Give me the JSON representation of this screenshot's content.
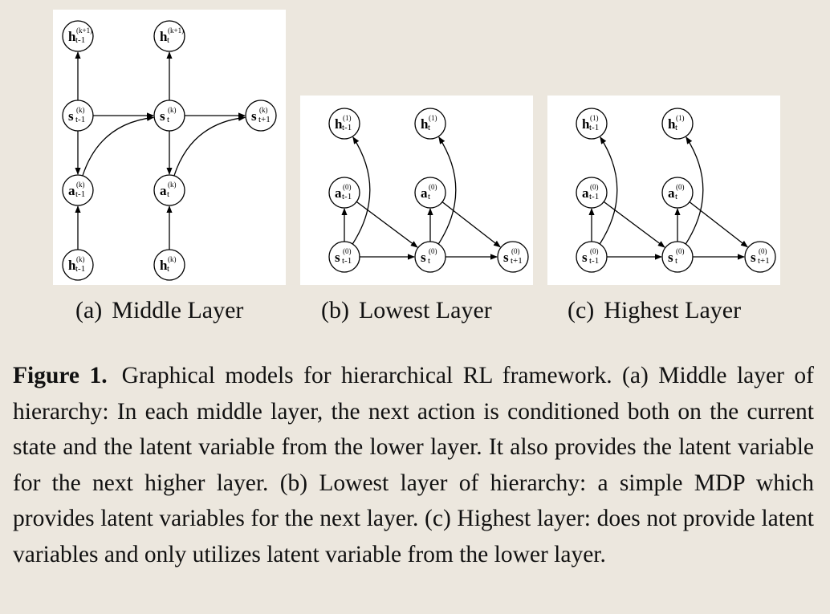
{
  "panels": [
    {
      "id": "a",
      "nodes": [
        {
          "id": "h_tm1_kp1",
          "main": "h",
          "sub": "t-1",
          "sup": "(k+1)"
        },
        {
          "id": "h_t_kp1",
          "main": "h",
          "sub": "t",
          "sup": "(k+1)"
        },
        {
          "id": "s_tm1_k",
          "main": "s",
          "sub": "t-1",
          "sup": "(k)"
        },
        {
          "id": "s_t_k",
          "main": "s",
          "sub": "t",
          "sup": "(k)"
        },
        {
          "id": "s_tp1_k",
          "main": "s",
          "sub": "t+1",
          "sup": "(k)"
        },
        {
          "id": "a_tm1_k",
          "main": "a",
          "sub": "t-1",
          "sup": "(k)"
        },
        {
          "id": "a_t_k",
          "main": "a",
          "sub": "t",
          "sup": "(k)"
        },
        {
          "id": "hlow_tm1_k",
          "main": "h",
          "sub": "t-1",
          "sup": "(k)"
        },
        {
          "id": "hlow_t_k",
          "main": "h",
          "sub": "t",
          "sup": "(k)"
        }
      ],
      "edges": [
        [
          "s_tm1_k",
          "h_tm1_kp1"
        ],
        [
          "s_t_k",
          "h_t_kp1"
        ],
        [
          "s_tm1_k",
          "s_t_k"
        ],
        [
          "s_t_k",
          "s_tp1_k"
        ],
        [
          "s_tm1_k",
          "a_tm1_k"
        ],
        [
          "s_t_k",
          "a_t_k"
        ],
        [
          "hlow_tm1_k",
          "a_tm1_k"
        ],
        [
          "hlow_t_k",
          "a_t_k"
        ],
        [
          "a_tm1_k",
          "s_t_k"
        ],
        [
          "a_t_k",
          "s_tp1_k"
        ]
      ]
    },
    {
      "id": "b",
      "nodes": [
        {
          "id": "h_tm1",
          "main": "h",
          "sub": "t-1",
          "sup": "(1)"
        },
        {
          "id": "h_t",
          "main": "h",
          "sub": "t",
          "sup": "(1)"
        },
        {
          "id": "a_tm1",
          "main": "a",
          "sub": "t-1",
          "sup": "(0)"
        },
        {
          "id": "a_t",
          "main": "a",
          "sub": "t",
          "sup": "(0)"
        },
        {
          "id": "s_tm1",
          "main": "s",
          "sub": "t-1",
          "sup": "(0)"
        },
        {
          "id": "s_t",
          "main": "s",
          "sub": "t",
          "sup": "(0)"
        },
        {
          "id": "s_tp1",
          "main": "s",
          "sub": "t+1",
          "sup": "(0)"
        }
      ],
      "edges": [
        [
          "s_tm1",
          "a_tm1"
        ],
        [
          "s_t",
          "a_t"
        ],
        [
          "s_tm1",
          "s_t"
        ],
        [
          "s_t",
          "s_tp1"
        ],
        [
          "a_tm1",
          "s_t"
        ],
        [
          "a_t",
          "s_tp1"
        ],
        [
          "s_tm1",
          "h_tm1"
        ],
        [
          "s_t",
          "h_t"
        ]
      ]
    },
    {
      "id": "c",
      "nodes": [
        {
          "id": "h_tm1",
          "main": "h",
          "sub": "t-1",
          "sup": "(1)"
        },
        {
          "id": "h_t",
          "main": "h",
          "sub": "t",
          "sup": "(1)"
        },
        {
          "id": "a_tm1",
          "main": "a",
          "sub": "t-1",
          "sup": "(0)"
        },
        {
          "id": "a_t",
          "main": "a",
          "sub": "t",
          "sup": "(0)"
        },
        {
          "id": "s_tm1",
          "main": "s",
          "sub": "t-1",
          "sup": "(0)"
        },
        {
          "id": "s_t",
          "main": "s",
          "sub": "t",
          "sup": "(0)"
        },
        {
          "id": "s_tp1",
          "main": "s",
          "sub": "t+1",
          "sup": "(0)"
        }
      ],
      "edges": [
        [
          "s_tm1",
          "a_tm1"
        ],
        [
          "s_t",
          "a_t"
        ],
        [
          "s_tm1",
          "s_t"
        ],
        [
          "s_t",
          "s_tp1"
        ],
        [
          "a_tm1",
          "s_t"
        ],
        [
          "a_t",
          "s_tp1"
        ],
        [
          "s_tm1",
          "h_tm1"
        ],
        [
          "s_t",
          "h_t"
        ]
      ]
    }
  ],
  "subcaptions": [
    {
      "label": "(a)",
      "text": "Middle Layer"
    },
    {
      "label": "(b)",
      "text": "Lowest Layer"
    },
    {
      "label": "(c)",
      "text": "Highest Layer"
    }
  ],
  "caption": {
    "label": "Figure 1.",
    "text": "Graphical models for hierarchical RL framework. (a) Middle layer of hierarchy: In each middle layer, the next action is conditioned both on the current state and the latent variable from the lower layer. It also provides the latent variable for the next higher layer. (b) Lowest layer of hierarchy: a simple MDP which provides latent variables for the next layer. (c) Highest layer: does not provide latent variables and only utilizes latent variable from the lower layer."
  }
}
